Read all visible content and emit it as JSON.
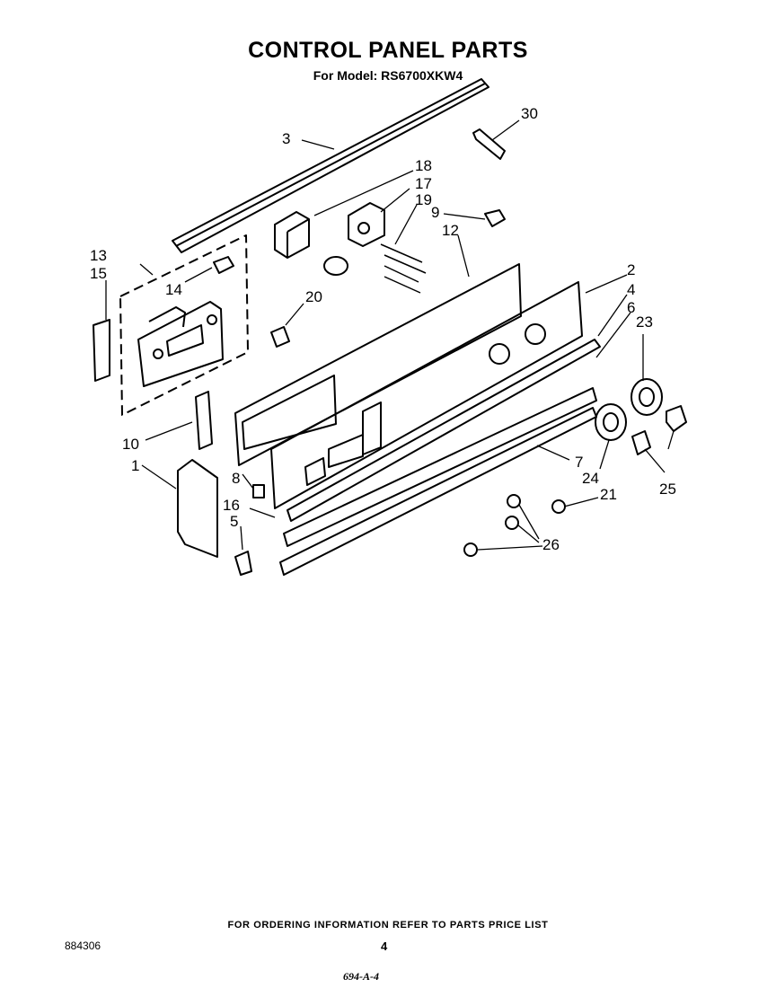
{
  "header": {
    "title": "CONTROL PANEL PARTS",
    "subtitle": "For Model: RS6700XKW4"
  },
  "callouts": [
    "1",
    "2",
    "3",
    "4",
    "5",
    "6",
    "7",
    "8",
    "9",
    "10",
    "12",
    "13",
    "14",
    "15",
    "16",
    "17",
    "18",
    "19",
    "20",
    "21",
    "23",
    "24",
    "25",
    "26",
    "30"
  ],
  "footer": {
    "ordering_note": "FOR ORDERING INFORMATION REFER TO PARTS PRICE LIST",
    "doc_number": "884306",
    "page_number": "4",
    "handwritten_code": "694-A-4"
  }
}
